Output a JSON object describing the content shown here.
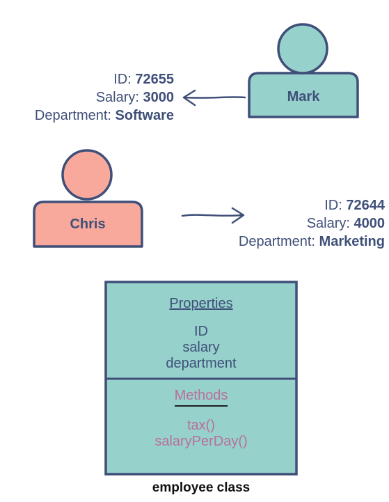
{
  "people": {
    "mark": {
      "name": "Mark",
      "color": "#96d1cc",
      "info": {
        "id_label": "ID: ",
        "id": "72655",
        "salary_label": "Salary: ",
        "salary": "3000",
        "department_label": "Department: ",
        "department": "Software"
      }
    },
    "chris": {
      "name": "Chris",
      "color": "#f8a99c",
      "info": {
        "id_label": "ID: ",
        "id": "72644",
        "salary_label": "Salary: ",
        "salary": "4000",
        "department_label": "Department: ",
        "department": "Marketing"
      }
    }
  },
  "class_box": {
    "properties_title": "Properties",
    "properties": [
      "ID",
      "salary",
      "department"
    ],
    "methods_title": "Methods",
    "methods": [
      "tax()",
      "salaryPerDay()"
    ],
    "caption": "employee class"
  },
  "colors": {
    "outline": "#3f4f78",
    "box_fill": "#96d1cc",
    "method_text": "#b9709a"
  }
}
